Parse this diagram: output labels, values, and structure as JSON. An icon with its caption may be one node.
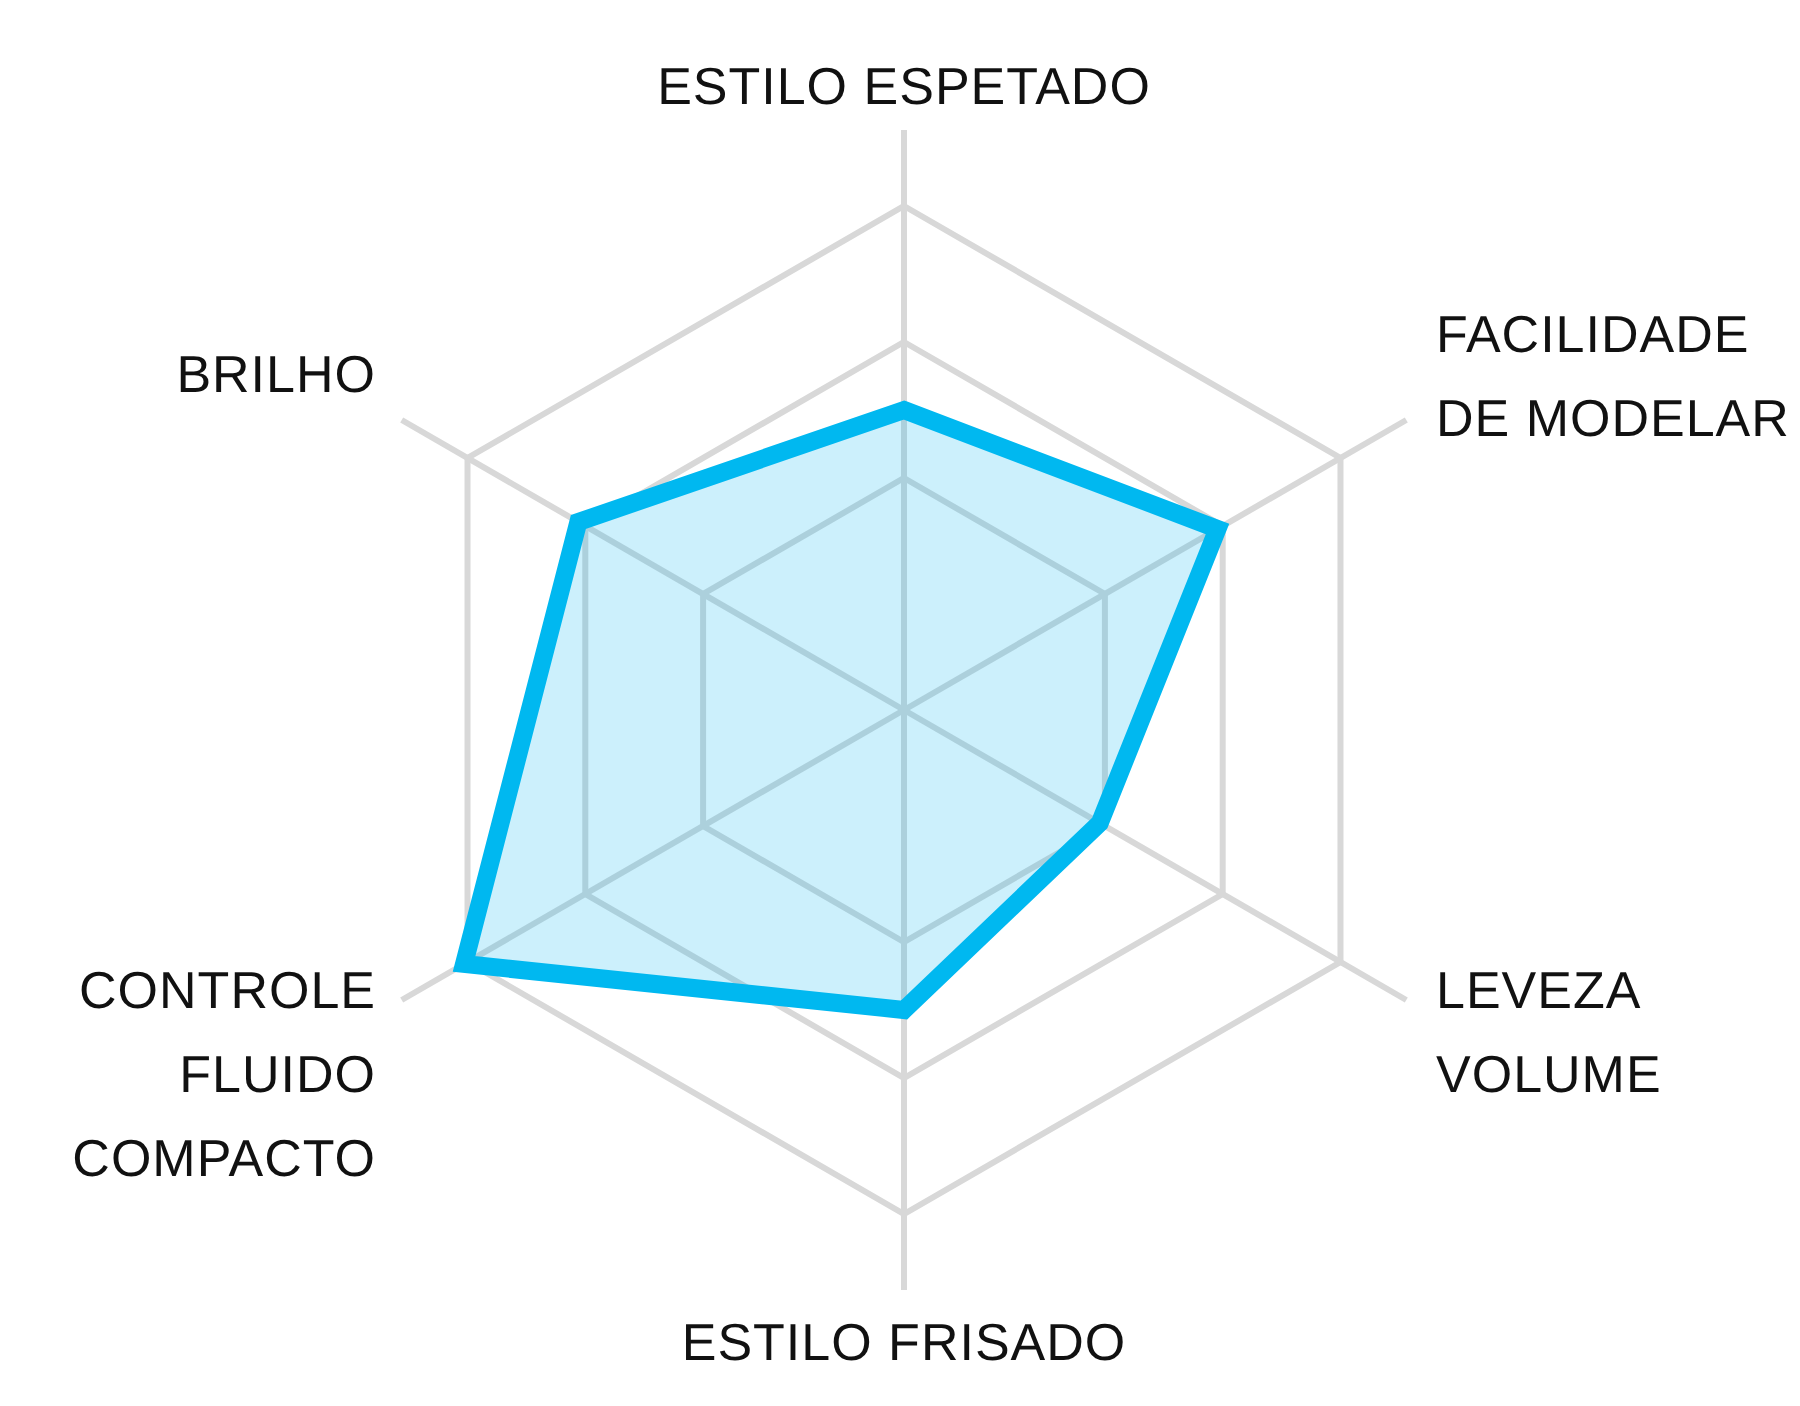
{
  "diagram": {
    "labels": [
      "ESTILO ESPETADO",
      "BRILHO",
      "FACILIDADE DE MODELAR",
      "CONTROLE FLUIDO COMPACTO",
      "LEVEZA VOLUME",
      "ESTILO FRISADO"
    ]
  }
}
